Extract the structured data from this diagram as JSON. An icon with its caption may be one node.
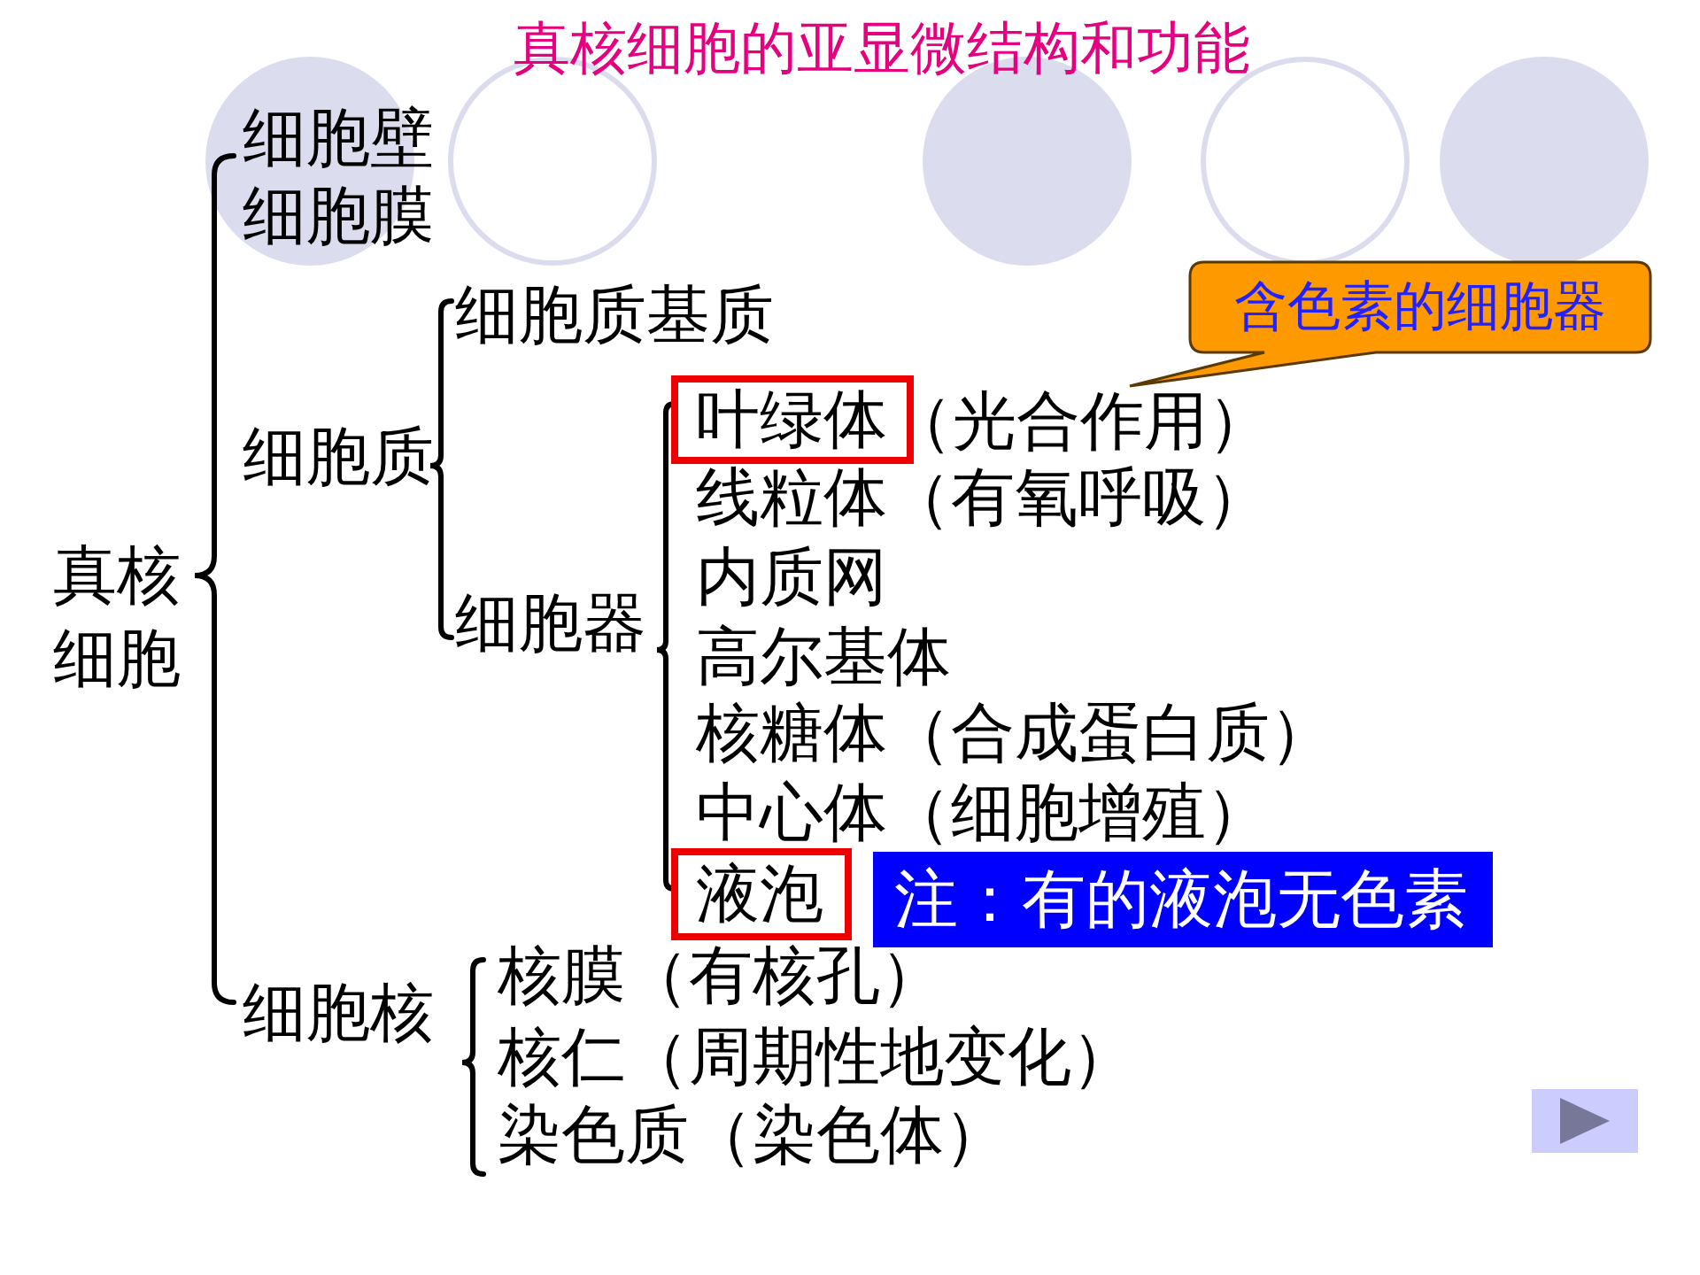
{
  "diagram": {
    "title": "真核细胞的亚显微结构和功能",
    "nodes": [
      {
        "text": [
          "含色素的细胞器"
        ]
      },
      {
        "text": [
          "叶绿体"
        ]
      },
      {
        "text": [
          "液泡"
        ]
      },
      {
        "text": [
          "注：有的液泡无色素"
        ]
      }
    ],
    "labels": [
      "真核细胞",
      "细胞壁",
      "细胞膜",
      "细胞质",
      "细胞质基质",
      "细胞器",
      "（光合作用）",
      "线粒体（有氧呼吸）",
      "内质网",
      "高尔基体",
      "核糖体（合成蛋白质）",
      "中心体（细胞增殖）",
      "细胞核",
      "核膜（有核孔）",
      "核仁（周期性地变化）",
      "染色质（染色体）"
    ]
  }
}
